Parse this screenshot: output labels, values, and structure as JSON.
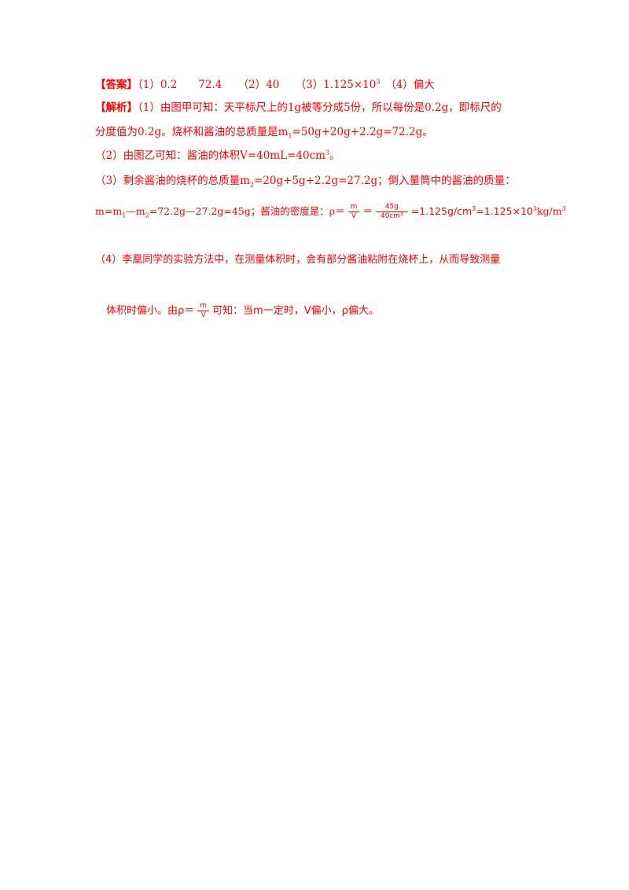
{
  "answer": {
    "label": "【答案】",
    "text": "（1）0.2　　72.4　　（2）40　　（3）1.125×10",
    "exp": "3",
    "tail": "　（4）偏大"
  },
  "analysis": {
    "label": "【解析】",
    "line1": "（1）由图甲可知：天平标尺上的1g被等分成5份，所以每份是0.2g，即标尺的",
    "line2a": "分度值为0.2g。烧杯和酱油的总质量是m",
    "line2sub": "1",
    "line2b": "=50g+20g+2.2g=72.2g。",
    "line3a": "（2）由图乙可知：酱油的体积V=40mL=40cm",
    "line3sup": "3",
    "line3b": "。",
    "line4a": "（3）剩余酱油的烧杯的总质量m",
    "line4sub": "2",
    "line4b": "=20g+5g+2.2g=27.2g；倒入量筒中的酱油的质量：",
    "line5a": "m=m",
    "line5sub1": "1",
    "line5b": "—m",
    "line5sub2": "2",
    "line5c": "=72.2g—27.2g=45g；酱油的密度是：ρ＝",
    "frac1_num": "m",
    "frac1_den": "V",
    "eq1": "＝",
    "frac2_num": "45g",
    "frac2_den": "40cm³",
    "line5d": "=1.125g/cm",
    "line5d_sup": "3",
    "line5e": "=1.125×10",
    "line5e_sup": "3",
    "line5f": "kg/m",
    "line5f_sup": "3",
    "line6": "（4）李凰同学的实验方法中，在测量体积时，会有部分酱油粘附在烧杯上，从而导致测量",
    "line7a": "体积时偏小。由ρ＝",
    "frac3_num": "m",
    "frac3_den": "V",
    "line7b": "可知：当m一定时，V偏小，ρ偏大。"
  }
}
